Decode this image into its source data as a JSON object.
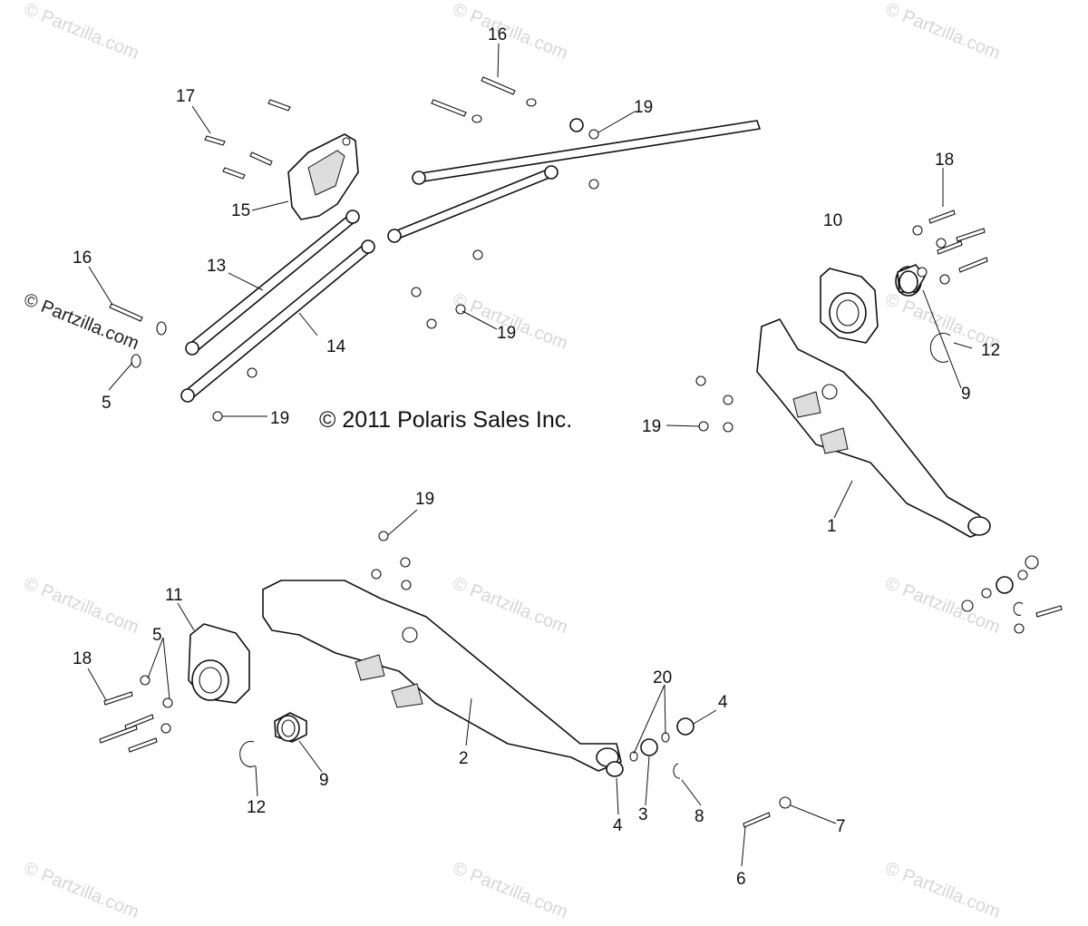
{
  "copyright": "© 2011 Polaris Sales Inc.",
  "watermark": {
    "faint_text": "© Partzilla.com",
    "dark_text": "© Partzilla.com"
  },
  "callouts": [
    {
      "id": "c1",
      "label": "1"
    },
    {
      "id": "c2",
      "label": "2"
    },
    {
      "id": "c3",
      "label": "3"
    },
    {
      "id": "c4a",
      "label": "4"
    },
    {
      "id": "c4b",
      "label": "4"
    },
    {
      "id": "c5a",
      "label": "5"
    },
    {
      "id": "c5b",
      "label": "5"
    },
    {
      "id": "c6",
      "label": "6"
    },
    {
      "id": "c7",
      "label": "7"
    },
    {
      "id": "c8",
      "label": "8"
    },
    {
      "id": "c9a",
      "label": "9"
    },
    {
      "id": "c9b",
      "label": "9"
    },
    {
      "id": "c10",
      "label": "10"
    },
    {
      "id": "c11",
      "label": "11"
    },
    {
      "id": "c12a",
      "label": "12"
    },
    {
      "id": "c12b",
      "label": "12"
    },
    {
      "id": "c13",
      "label": "13"
    },
    {
      "id": "c14",
      "label": "14"
    },
    {
      "id": "c15",
      "label": "15"
    },
    {
      "id": "c16a",
      "label": "16"
    },
    {
      "id": "c16b",
      "label": "16"
    },
    {
      "id": "c17",
      "label": "17"
    },
    {
      "id": "c18a",
      "label": "18"
    },
    {
      "id": "c18b",
      "label": "18"
    },
    {
      "id": "c19a",
      "label": "19"
    },
    {
      "id": "c19b",
      "label": "19"
    },
    {
      "id": "c19c",
      "label": "19"
    },
    {
      "id": "c19d",
      "label": "19"
    },
    {
      "id": "c19e",
      "label": "19"
    },
    {
      "id": "c20",
      "label": "20"
    }
  ]
}
